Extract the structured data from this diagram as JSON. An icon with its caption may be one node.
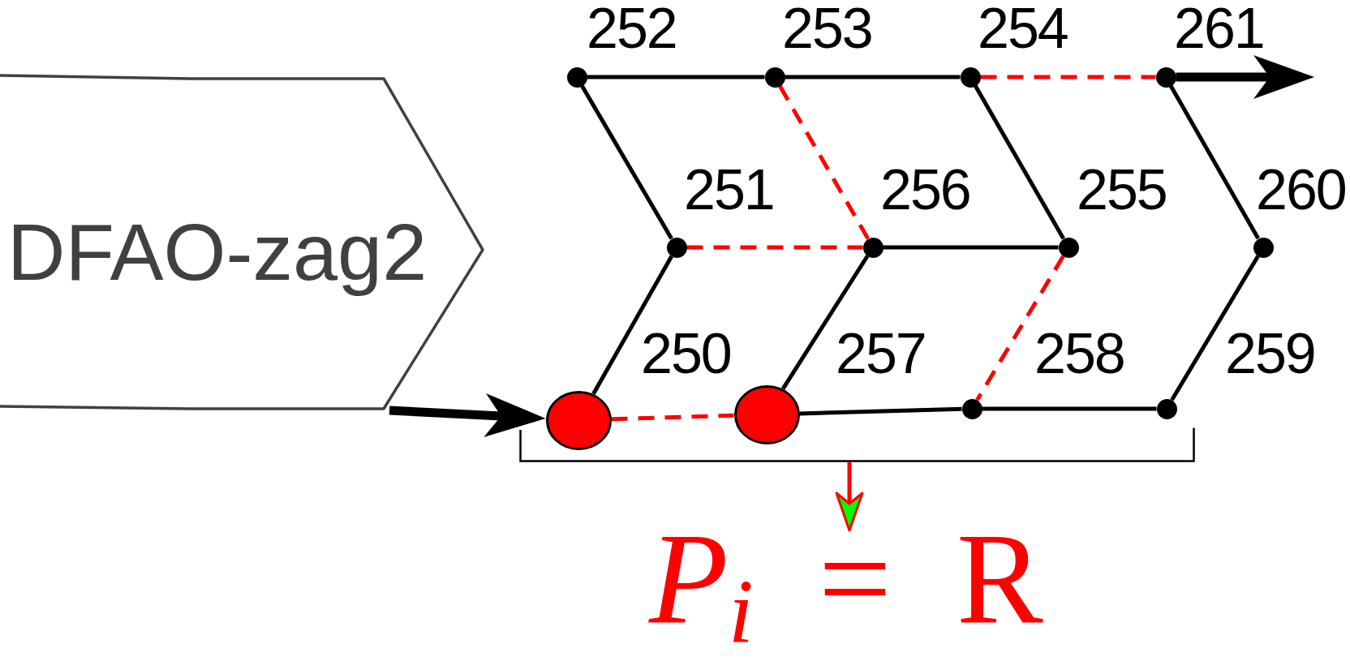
{
  "diagram": {
    "nodes": [
      {
        "text": [
          "DFAO-zag2"
        ]
      },
      {
        "text": [],
        "shape": "circle",
        "beside": [
          "252"
        ]
      },
      {
        "text": [],
        "shape": "circle",
        "beside": [
          "253"
        ]
      },
      {
        "text": [],
        "shape": "circle",
        "beside": [
          "254"
        ]
      },
      {
        "text": [],
        "shape": "circle",
        "beside": [
          "261"
        ]
      },
      {
        "text": [],
        "shape": "circle",
        "beside": [
          "251"
        ]
      },
      {
        "text": [],
        "shape": "circle",
        "beside": [
          "256"
        ]
      },
      {
        "text": [],
        "shape": "circle",
        "beside": [
          "255"
        ]
      },
      {
        "text": [],
        "shape": "circle",
        "beside": [
          "260"
        ]
      },
      {
        "text": [],
        "shape": "ellipse",
        "beside": [
          "250"
        ]
      },
      {
        "text": [],
        "shape": "ellipse",
        "beside": [
          "257"
        ]
      },
      {
        "text": [],
        "shape": "circle",
        "beside": [
          "258"
        ]
      },
      {
        "text": [],
        "shape": "circle",
        "beside": [
          "259"
        ]
      },
      {
        "text": [],
        "shape": "bracket"
      },
      {
        "text": [
          "*P*$_{i}$ = R"
        ]
      }
    ],
    "edges": [
      {
        "from": 1,
        "to": 2,
        "arrow": "none"
      },
      {
        "from": 2,
        "to": 3,
        "arrow": "none"
      },
      {
        "from": 3,
        "to": 4,
        "arrow": "none",
        "style": "dashed",
        "color": "#ff0000"
      },
      {
        "from": 4,
        "to": null,
        "arrow": "to",
        "style": "thick"
      },
      {
        "from": 1,
        "to": 5,
        "arrow": "none"
      },
      {
        "from": 2,
        "to": 6,
        "arrow": "none",
        "style": "dashed",
        "color": "#ff0000"
      },
      {
        "from": 3,
        "to": 7,
        "arrow": "none"
      },
      {
        "from": 4,
        "to": 8,
        "arrow": "none"
      },
      {
        "from": 5,
        "to": 6,
        "arrow": "none",
        "style": "dashed",
        "color": "#ff0000"
      },
      {
        "from": 6,
        "to": 7,
        "arrow": "none"
      },
      {
        "from": 5,
        "to": 9,
        "arrow": "none"
      },
      {
        "from": 6,
        "to": 10,
        "arrow": "none"
      },
      {
        "from": 7,
        "to": 11,
        "arrow": "none",
        "style": "dashed",
        "color": "#ff0000"
      },
      {
        "from": 8,
        "to": 12,
        "arrow": "none"
      },
      {
        "from": 9,
        "to": 10,
        "arrow": "none",
        "style": "dashed",
        "color": "#ff0000"
      },
      {
        "from": 10,
        "to": 11,
        "arrow": "none"
      },
      {
        "from": 11,
        "to": 12,
        "arrow": "none"
      },
      {
        "from": 0,
        "to": 9,
        "arrow": "to",
        "style": "thick"
      },
      {
        "from": 13,
        "to": 14,
        "arrow": "to",
        "color": "#ff0000"
      }
    ]
  }
}
